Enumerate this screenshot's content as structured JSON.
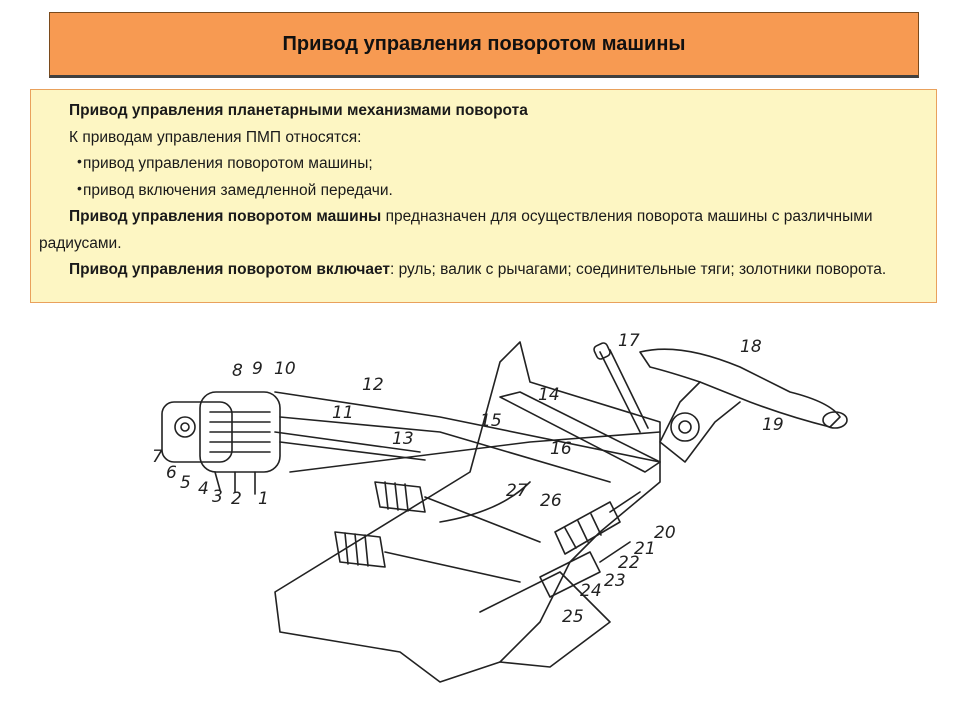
{
  "title": "Привод управления поворотом машины",
  "content": {
    "heading": "Привод управления планетарными механизмами поворота",
    "intro": "К приводам управления ПМП относятся:",
    "bullets": [
      "привод управления поворотом машины;",
      "привод включения замедленной передачи."
    ],
    "p1_bold": "Привод управления поворотом машины",
    "p1_text": " предназначен для осуществления поворота машины с различными радиусами.",
    "p2_bold": "Привод управления поворотом включает",
    "p2_text": ": руль; валик с рычагами; соединительные тяги; золотники поворота."
  },
  "diagram": {
    "labels": [
      "1",
      "2",
      "3",
      "4",
      "5",
      "6",
      "7",
      "8",
      "9",
      "10",
      "11",
      "12",
      "13",
      "14",
      "15",
      "16",
      "17",
      "18",
      "19",
      "20",
      "21",
      "22",
      "23",
      "24",
      "25",
      "26",
      "27"
    ]
  }
}
